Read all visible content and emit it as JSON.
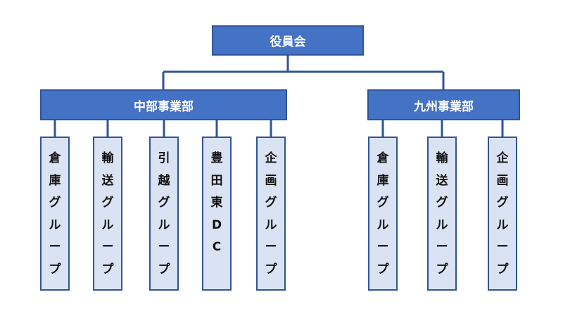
{
  "root": "役員会",
  "divisions": [
    {
      "name": "中部事業部",
      "groups": [
        [
          "倉",
          "庫",
          "グ",
          "ル",
          "ー",
          "プ"
        ],
        [
          "輸",
          "送",
          "グ",
          "ル",
          "ー",
          "プ"
        ],
        [
          "引",
          "越",
          "グ",
          "ル",
          "ー",
          "プ"
        ],
        [
          "豊",
          "田",
          "東",
          "D",
          "C"
        ],
        [
          "企",
          "画",
          "グ",
          "ル",
          "ー",
          "プ"
        ]
      ]
    },
    {
      "name": "九州事業部",
      "groups": [
        [
          "倉",
          "庫",
          "グ",
          "ル",
          "ー",
          "プ"
        ],
        [
          "輸",
          "送",
          "グ",
          "ル",
          "ー",
          "プ"
        ],
        [
          "企",
          "画",
          "グ",
          "ル",
          "ー",
          "プ"
        ]
      ]
    }
  ]
}
